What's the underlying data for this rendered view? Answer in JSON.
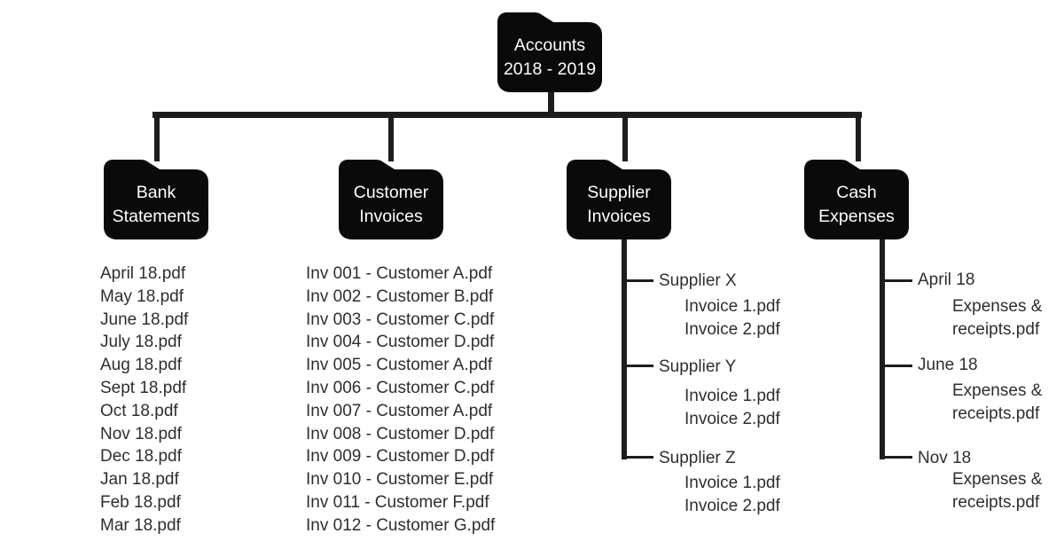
{
  "root_folder": {
    "label_line1": "Accounts",
    "label_line2": "2018 - 2019"
  },
  "folders": {
    "bank": {
      "label_line1": "Bank",
      "label_line2": "Statements",
      "files": [
        "April 18.pdf",
        "May 18.pdf",
        "June 18.pdf",
        "July 18.pdf",
        "Aug 18.pdf",
        "Sept 18.pdf",
        "Oct 18.pdf",
        "Nov 18.pdf",
        "Dec 18.pdf",
        "Jan 18.pdf",
        "Feb 18.pdf",
        "Mar 18.pdf"
      ]
    },
    "customer": {
      "label_line1": "Customer",
      "label_line2": "Invoices",
      "files": [
        "Inv 001 - Customer A.pdf",
        "Inv 002 - Customer B.pdf",
        "Inv 003 - Customer C.pdf",
        "Inv 004 - Customer D.pdf",
        "Inv 005 - Customer A.pdf",
        "Inv 006 - Customer C.pdf",
        "Inv 007 - Customer A.pdf",
        "Inv 008 - Customer D.pdf",
        "Inv 009 - Customer D.pdf",
        "Inv 010 - Customer E.pdf",
        "Inv 011 - Customer F.pdf",
        "Inv 012 - Customer G.pdf"
      ]
    },
    "supplier": {
      "label_line1": "Supplier",
      "label_line2": "Invoices",
      "groups": [
        {
          "label": "Supplier X",
          "files": [
            "Invoice 1.pdf",
            "Invoice 2.pdf"
          ]
        },
        {
          "label": "Supplier Y",
          "files": [
            "Invoice 1.pdf",
            "Invoice 2.pdf"
          ]
        },
        {
          "label": "Supplier Z",
          "files": [
            "Invoice 1.pdf",
            "Invoice 2.pdf"
          ]
        }
      ]
    },
    "cash": {
      "label_line1": "Cash",
      "label_line2": "Expenses",
      "groups": [
        {
          "label": "April 18",
          "file": "Expenses & receipts.pdf"
        },
        {
          "label": "June 18",
          "file": "Expenses & receipts.pdf"
        },
        {
          "label": "Nov 18",
          "file": "Expenses & receipts.pdf"
        }
      ]
    }
  },
  "colors": {
    "folder_fill": "#0a0a0a",
    "folder_text": "#ffffff",
    "line": "#1d1d1d",
    "file_text": "#2e2e2e",
    "background": "#ffffff"
  }
}
